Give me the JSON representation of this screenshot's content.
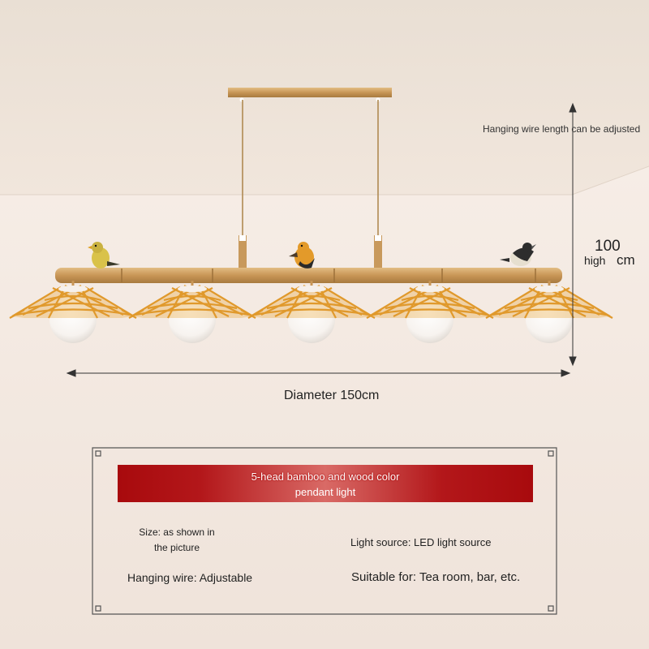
{
  "dimensions": {
    "wire_note": "Hanging wire length can be adjusted",
    "height_value": "100",
    "height_word": "high",
    "height_unit": "cm",
    "diameter": "Diameter 150cm"
  },
  "product": {
    "title_line1": "5-head bamboo and wood color",
    "title_line2": "pendant light",
    "size": "Size: as shown in the picture",
    "light_source": "Light source: LED light source",
    "hanging_wire": "Hanging wire: Adjustable",
    "suitable_for": "Suitable for: Tea room, bar, etc."
  },
  "colors": {
    "wall": "#f3e9e1",
    "ceiling": "#ece3d9",
    "bamboo": "#c99a5a",
    "rattan": "#e8a638",
    "banner_red": "#b3171a",
    "frame_line": "#555555"
  }
}
